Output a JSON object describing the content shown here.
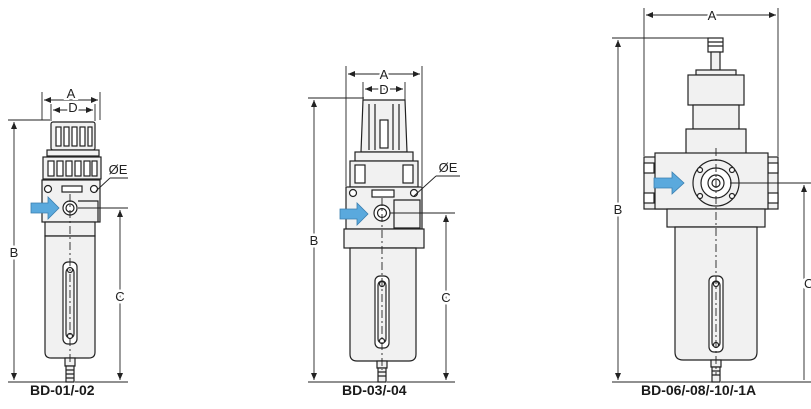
{
  "dimension_labels": {
    "a": "A",
    "b": "B",
    "c": "C",
    "d": "D",
    "e": "ØE"
  },
  "models": [
    {
      "caption": "BD-01/-02"
    },
    {
      "caption": "BD-03/-04"
    },
    {
      "caption": "BD-06/-08/-10/-1A"
    }
  ],
  "colors": {
    "flow_arrow": "#5aa9dd",
    "body_fill": "#f1f1f1",
    "line": "#222222"
  }
}
